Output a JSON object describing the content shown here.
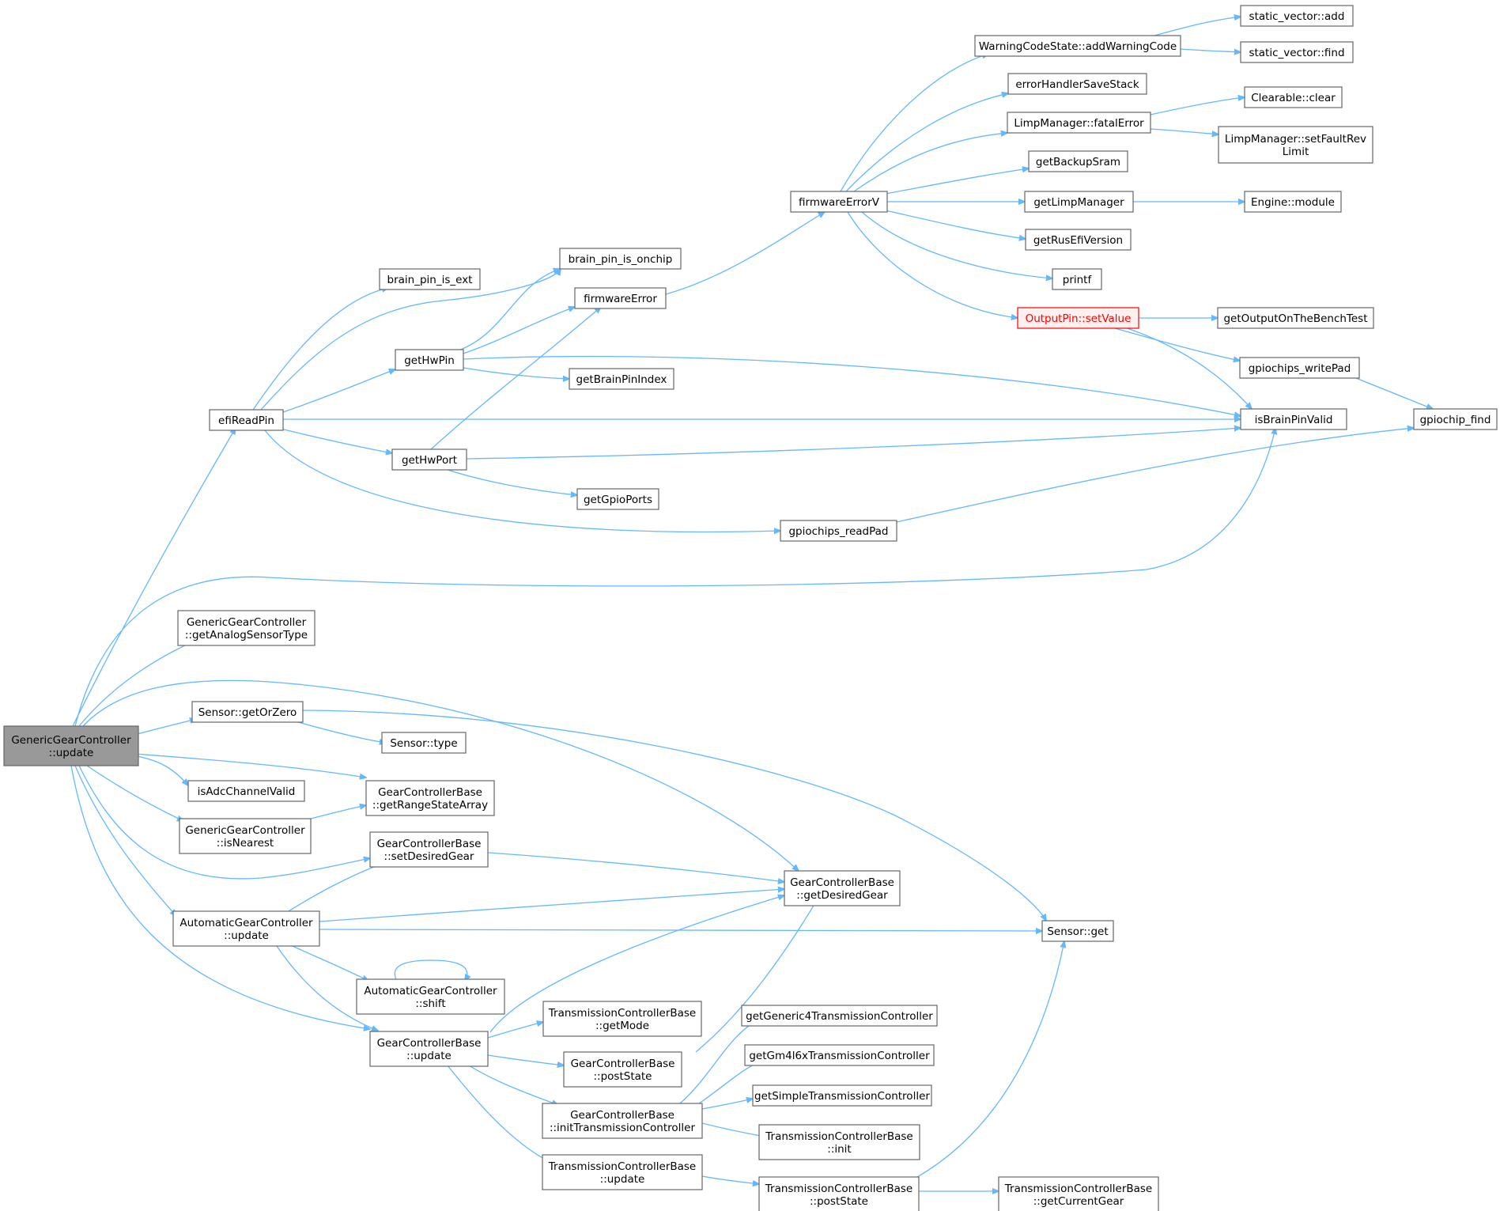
{
  "graph": {
    "title": "GenericGearController::update call graph",
    "colors": {
      "edge": "#63b8ff",
      "node_border": "#666666",
      "root_fill": "#999999",
      "highlight": "#ff0000"
    },
    "nodes": [
      {
        "id": "root",
        "lines": [
          "GenericGearController",
          "::update"
        ],
        "kind": "root"
      },
      {
        "id": "efiReadPin",
        "lines": [
          "efiReadPin"
        ]
      },
      {
        "id": "brain_pin_is_ext",
        "lines": [
          "brain_pin_is_ext"
        ]
      },
      {
        "id": "brain_pin_is_onchip",
        "lines": [
          "brain_pin_is_onchip"
        ]
      },
      {
        "id": "getHwPin",
        "lines": [
          "getHwPin"
        ]
      },
      {
        "id": "firmwareError",
        "lines": [
          "firmwareError"
        ]
      },
      {
        "id": "getBrainPinIndex",
        "lines": [
          "getBrainPinIndex"
        ]
      },
      {
        "id": "getHwPort",
        "lines": [
          "getHwPort"
        ]
      },
      {
        "id": "getGpioPorts",
        "lines": [
          "getGpioPorts"
        ]
      },
      {
        "id": "gpiochips_readPad",
        "lines": [
          "gpiochips_readPad"
        ]
      },
      {
        "id": "firmwareErrorV",
        "lines": [
          "firmwareErrorV"
        ]
      },
      {
        "id": "addWarningCode",
        "lines": [
          "WarningCodeState::addWarningCode"
        ]
      },
      {
        "id": "sv_add",
        "lines": [
          "static_vector::add"
        ]
      },
      {
        "id": "sv_find",
        "lines": [
          "static_vector::find"
        ]
      },
      {
        "id": "errorHandlerSaveStack",
        "lines": [
          "errorHandlerSaveStack"
        ]
      },
      {
        "id": "fatalError",
        "lines": [
          "LimpManager::fatalError"
        ]
      },
      {
        "id": "clearable",
        "lines": [
          "Clearable::clear"
        ]
      },
      {
        "id": "setFaultRev",
        "lines": [
          "LimpManager::setFaultRev",
          "Limit"
        ]
      },
      {
        "id": "getBackupSram",
        "lines": [
          "getBackupSram"
        ]
      },
      {
        "id": "getLimpManager",
        "lines": [
          "getLimpManager"
        ]
      },
      {
        "id": "engineModule",
        "lines": [
          "Engine::module"
        ]
      },
      {
        "id": "getRusEfiVersion",
        "lines": [
          "getRusEfiVersion"
        ]
      },
      {
        "id": "printf",
        "lines": [
          "printf"
        ]
      },
      {
        "id": "setValue",
        "lines": [
          "OutputPin::setValue"
        ],
        "kind": "highlight"
      },
      {
        "id": "getOutputOnTheBenchTest",
        "lines": [
          "getOutputOnTheBenchTest"
        ]
      },
      {
        "id": "gpiochips_writePad",
        "lines": [
          "gpiochips_writePad"
        ]
      },
      {
        "id": "isBrainPinValid",
        "lines": [
          "isBrainPinValid"
        ]
      },
      {
        "id": "gpiochip_find",
        "lines": [
          "gpiochip_find"
        ]
      },
      {
        "id": "getAnalogSensorType",
        "lines": [
          "GenericGearController",
          "::getAnalogSensorType"
        ]
      },
      {
        "id": "getOrZero",
        "lines": [
          "Sensor::getOrZero"
        ]
      },
      {
        "id": "sensorType",
        "lines": [
          "Sensor::type"
        ]
      },
      {
        "id": "isAdcChannelValid",
        "lines": [
          "isAdcChannelValid"
        ]
      },
      {
        "id": "getRangeStateArray",
        "lines": [
          "GearControllerBase",
          "::getRangeStateArray"
        ]
      },
      {
        "id": "isNearest",
        "lines": [
          "GenericGearController",
          "::isNearest"
        ]
      },
      {
        "id": "setDesiredGear",
        "lines": [
          "GearControllerBase",
          "::setDesiredGear"
        ]
      },
      {
        "id": "getDesiredGear",
        "lines": [
          "GearControllerBase",
          "::getDesiredGear"
        ]
      },
      {
        "id": "agcUpdate",
        "lines": [
          "AutomaticGearController",
          "::update"
        ]
      },
      {
        "id": "sensorGet",
        "lines": [
          "Sensor::get"
        ]
      },
      {
        "id": "agcShift",
        "lines": [
          "AutomaticGearController",
          "::shift"
        ]
      },
      {
        "id": "gcbUpdate",
        "lines": [
          "GearControllerBase",
          "::update"
        ]
      },
      {
        "id": "tcbGetMode",
        "lines": [
          "TransmissionControllerBase",
          "::getMode"
        ]
      },
      {
        "id": "gcbPostState",
        "lines": [
          "GearControllerBase",
          "::postState"
        ]
      },
      {
        "id": "initTC",
        "lines": [
          "GearControllerBase",
          "::initTransmissionController"
        ]
      },
      {
        "id": "tcbUpdate",
        "lines": [
          "TransmissionControllerBase",
          "::update"
        ]
      },
      {
        "id": "getGeneric4",
        "lines": [
          "getGeneric4TransmissionController"
        ]
      },
      {
        "id": "getGm4l6x",
        "lines": [
          "getGm4l6xTransmissionController"
        ]
      },
      {
        "id": "getSimple",
        "lines": [
          "getSimpleTransmissionController"
        ]
      },
      {
        "id": "tcbInit",
        "lines": [
          "TransmissionControllerBase",
          "::init"
        ]
      },
      {
        "id": "tcbPostState",
        "lines": [
          "TransmissionControllerBase",
          "::postState"
        ]
      },
      {
        "id": "tcbGetCurrentGear",
        "lines": [
          "TransmissionControllerBase",
          "::getCurrentGear"
        ]
      }
    ]
  }
}
